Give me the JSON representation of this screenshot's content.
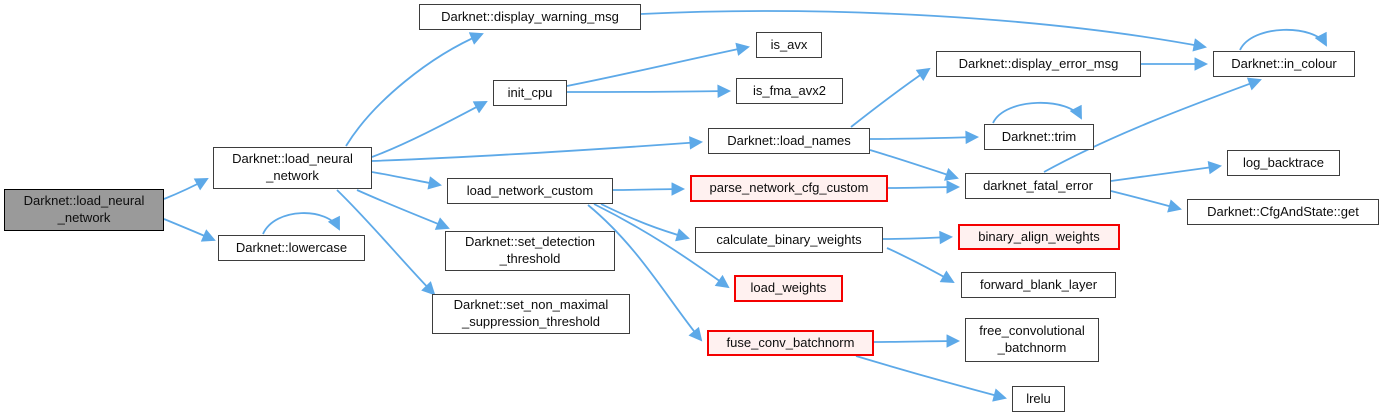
{
  "diagram": {
    "type": "call-graph",
    "colors": {
      "edge": "#5da9e8",
      "node_fill": "#ffffff",
      "node_border": "#3d3d3d",
      "highlight_fill": "#9a9a9a",
      "highlight_border": "#000000",
      "special_fill": "#fff1f0",
      "special_border": "#f40000",
      "text": "#0d0d0d"
    },
    "nodes": [
      {
        "id": "load-neural-network-root",
        "label": "Darknet::load_neural_network",
        "lines": [
          "Darknet::load_neural",
          "_network"
        ],
        "style": "highlight"
      },
      {
        "id": "load-neural-network",
        "label": "Darknet::load_neural_network",
        "lines": [
          "Darknet::load_neural",
          "_network"
        ],
        "style": "normal"
      },
      {
        "id": "lowercase",
        "label": "Darknet::lowercase",
        "style": "normal"
      },
      {
        "id": "display-warning-msg",
        "label": "Darknet::display_warning_msg",
        "style": "normal"
      },
      {
        "id": "init-cpu",
        "label": "init_cpu",
        "style": "normal"
      },
      {
        "id": "is-avx",
        "label": "is_avx",
        "style": "normal"
      },
      {
        "id": "is-fma-avx2",
        "label": "is_fma_avx2",
        "style": "normal"
      },
      {
        "id": "load-names",
        "label": "Darknet::load_names",
        "style": "normal"
      },
      {
        "id": "display-error-msg",
        "label": "Darknet::display_error_msg",
        "style": "normal"
      },
      {
        "id": "in-colour",
        "label": "Darknet::in_colour",
        "style": "normal"
      },
      {
        "id": "trim",
        "label": "Darknet::trim",
        "style": "normal"
      },
      {
        "id": "darknet-fatal-error",
        "label": "darknet_fatal_error",
        "style": "normal"
      },
      {
        "id": "log-backtrace",
        "label": "log_backtrace",
        "style": "normal"
      },
      {
        "id": "cfg-and-state-get",
        "label": "Darknet::CfgAndState::get",
        "style": "normal"
      },
      {
        "id": "load-network-custom",
        "label": "load_network_custom",
        "style": "normal"
      },
      {
        "id": "parse-network-cfg-custom",
        "label": "parse_network_cfg_custom",
        "style": "special"
      },
      {
        "id": "set-detection-threshold",
        "label": "Darknet::set_detection_threshold",
        "lines": [
          "Darknet::set_detection",
          "_threshold"
        ],
        "style": "normal"
      },
      {
        "id": "set-non-maximal-suppression-threshold",
        "label": "Darknet::set_non_maximal_suppression_threshold",
        "lines": [
          "Darknet::set_non_maximal",
          "_suppression_threshold"
        ],
        "style": "normal"
      },
      {
        "id": "calculate-binary-weights",
        "label": "calculate_binary_weights",
        "style": "normal"
      },
      {
        "id": "load-weights",
        "label": "load_weights",
        "style": "special"
      },
      {
        "id": "binary-align-weights",
        "label": "binary_align_weights",
        "style": "special"
      },
      {
        "id": "forward-blank-layer",
        "label": "forward_blank_layer",
        "style": "normal"
      },
      {
        "id": "fuse-conv-batchnorm",
        "label": "fuse_conv_batchnorm",
        "style": "special"
      },
      {
        "id": "free-convolutional-batchnorm",
        "label": "free_convolutional_batchnorm",
        "lines": [
          "free_convolutional",
          "_batchnorm"
        ],
        "style": "normal"
      },
      {
        "id": "lrelu",
        "label": "lrelu",
        "style": "normal"
      }
    ],
    "edges": [
      {
        "from": "load-neural-network-root",
        "to": "load-neural-network"
      },
      {
        "from": "load-neural-network-root",
        "to": "lowercase"
      },
      {
        "from": "lowercase",
        "to": "lowercase"
      },
      {
        "from": "load-neural-network",
        "to": "display-warning-msg"
      },
      {
        "from": "load-neural-network",
        "to": "init-cpu"
      },
      {
        "from": "load-neural-network",
        "to": "load-names"
      },
      {
        "from": "load-neural-network",
        "to": "load-network-custom"
      },
      {
        "from": "load-neural-network",
        "to": "set-detection-threshold"
      },
      {
        "from": "load-neural-network",
        "to": "set-non-maximal-suppression-threshold"
      },
      {
        "from": "display-warning-msg",
        "to": "in-colour"
      },
      {
        "from": "init-cpu",
        "to": "is-avx"
      },
      {
        "from": "init-cpu",
        "to": "is-fma-avx2"
      },
      {
        "from": "load-names",
        "to": "display-error-msg"
      },
      {
        "from": "load-names",
        "to": "trim"
      },
      {
        "from": "load-names",
        "to": "darknet-fatal-error"
      },
      {
        "from": "display-error-msg",
        "to": "in-colour"
      },
      {
        "from": "in-colour",
        "to": "in-colour"
      },
      {
        "from": "trim",
        "to": "trim"
      },
      {
        "from": "darknet-fatal-error",
        "to": "in-colour"
      },
      {
        "from": "darknet-fatal-error",
        "to": "log-backtrace"
      },
      {
        "from": "darknet-fatal-error",
        "to": "cfg-and-state-get"
      },
      {
        "from": "load-network-custom",
        "to": "parse-network-cfg-custom"
      },
      {
        "from": "parse-network-cfg-custom",
        "to": "darknet-fatal-error"
      },
      {
        "from": "load-network-custom",
        "to": "calculate-binary-weights"
      },
      {
        "from": "load-network-custom",
        "to": "load-weights"
      },
      {
        "from": "load-network-custom",
        "to": "fuse-conv-batchnorm"
      },
      {
        "from": "calculate-binary-weights",
        "to": "binary-align-weights"
      },
      {
        "from": "calculate-binary-weights",
        "to": "forward-blank-layer"
      },
      {
        "from": "fuse-conv-batchnorm",
        "to": "free-convolutional-batchnorm"
      },
      {
        "from": "fuse-conv-batchnorm",
        "to": "lrelu"
      }
    ]
  }
}
